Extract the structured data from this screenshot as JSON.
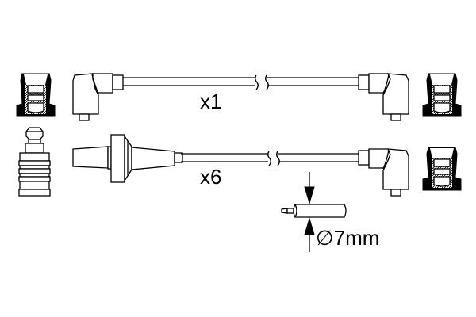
{
  "diagram": {
    "type": "ignition-cable-set",
    "colors": {
      "line": "#000000",
      "background": "#ffffff"
    },
    "cables": [
      {
        "quantity_label": "x1",
        "end_a": "angled-boot",
        "end_b": "angled-boot"
      },
      {
        "quantity_label": "x6",
        "end_a": "straight-boot",
        "end_b": "angled-boot"
      }
    ],
    "dimension": {
      "symbol": "∅",
      "value": "7mm"
    }
  }
}
